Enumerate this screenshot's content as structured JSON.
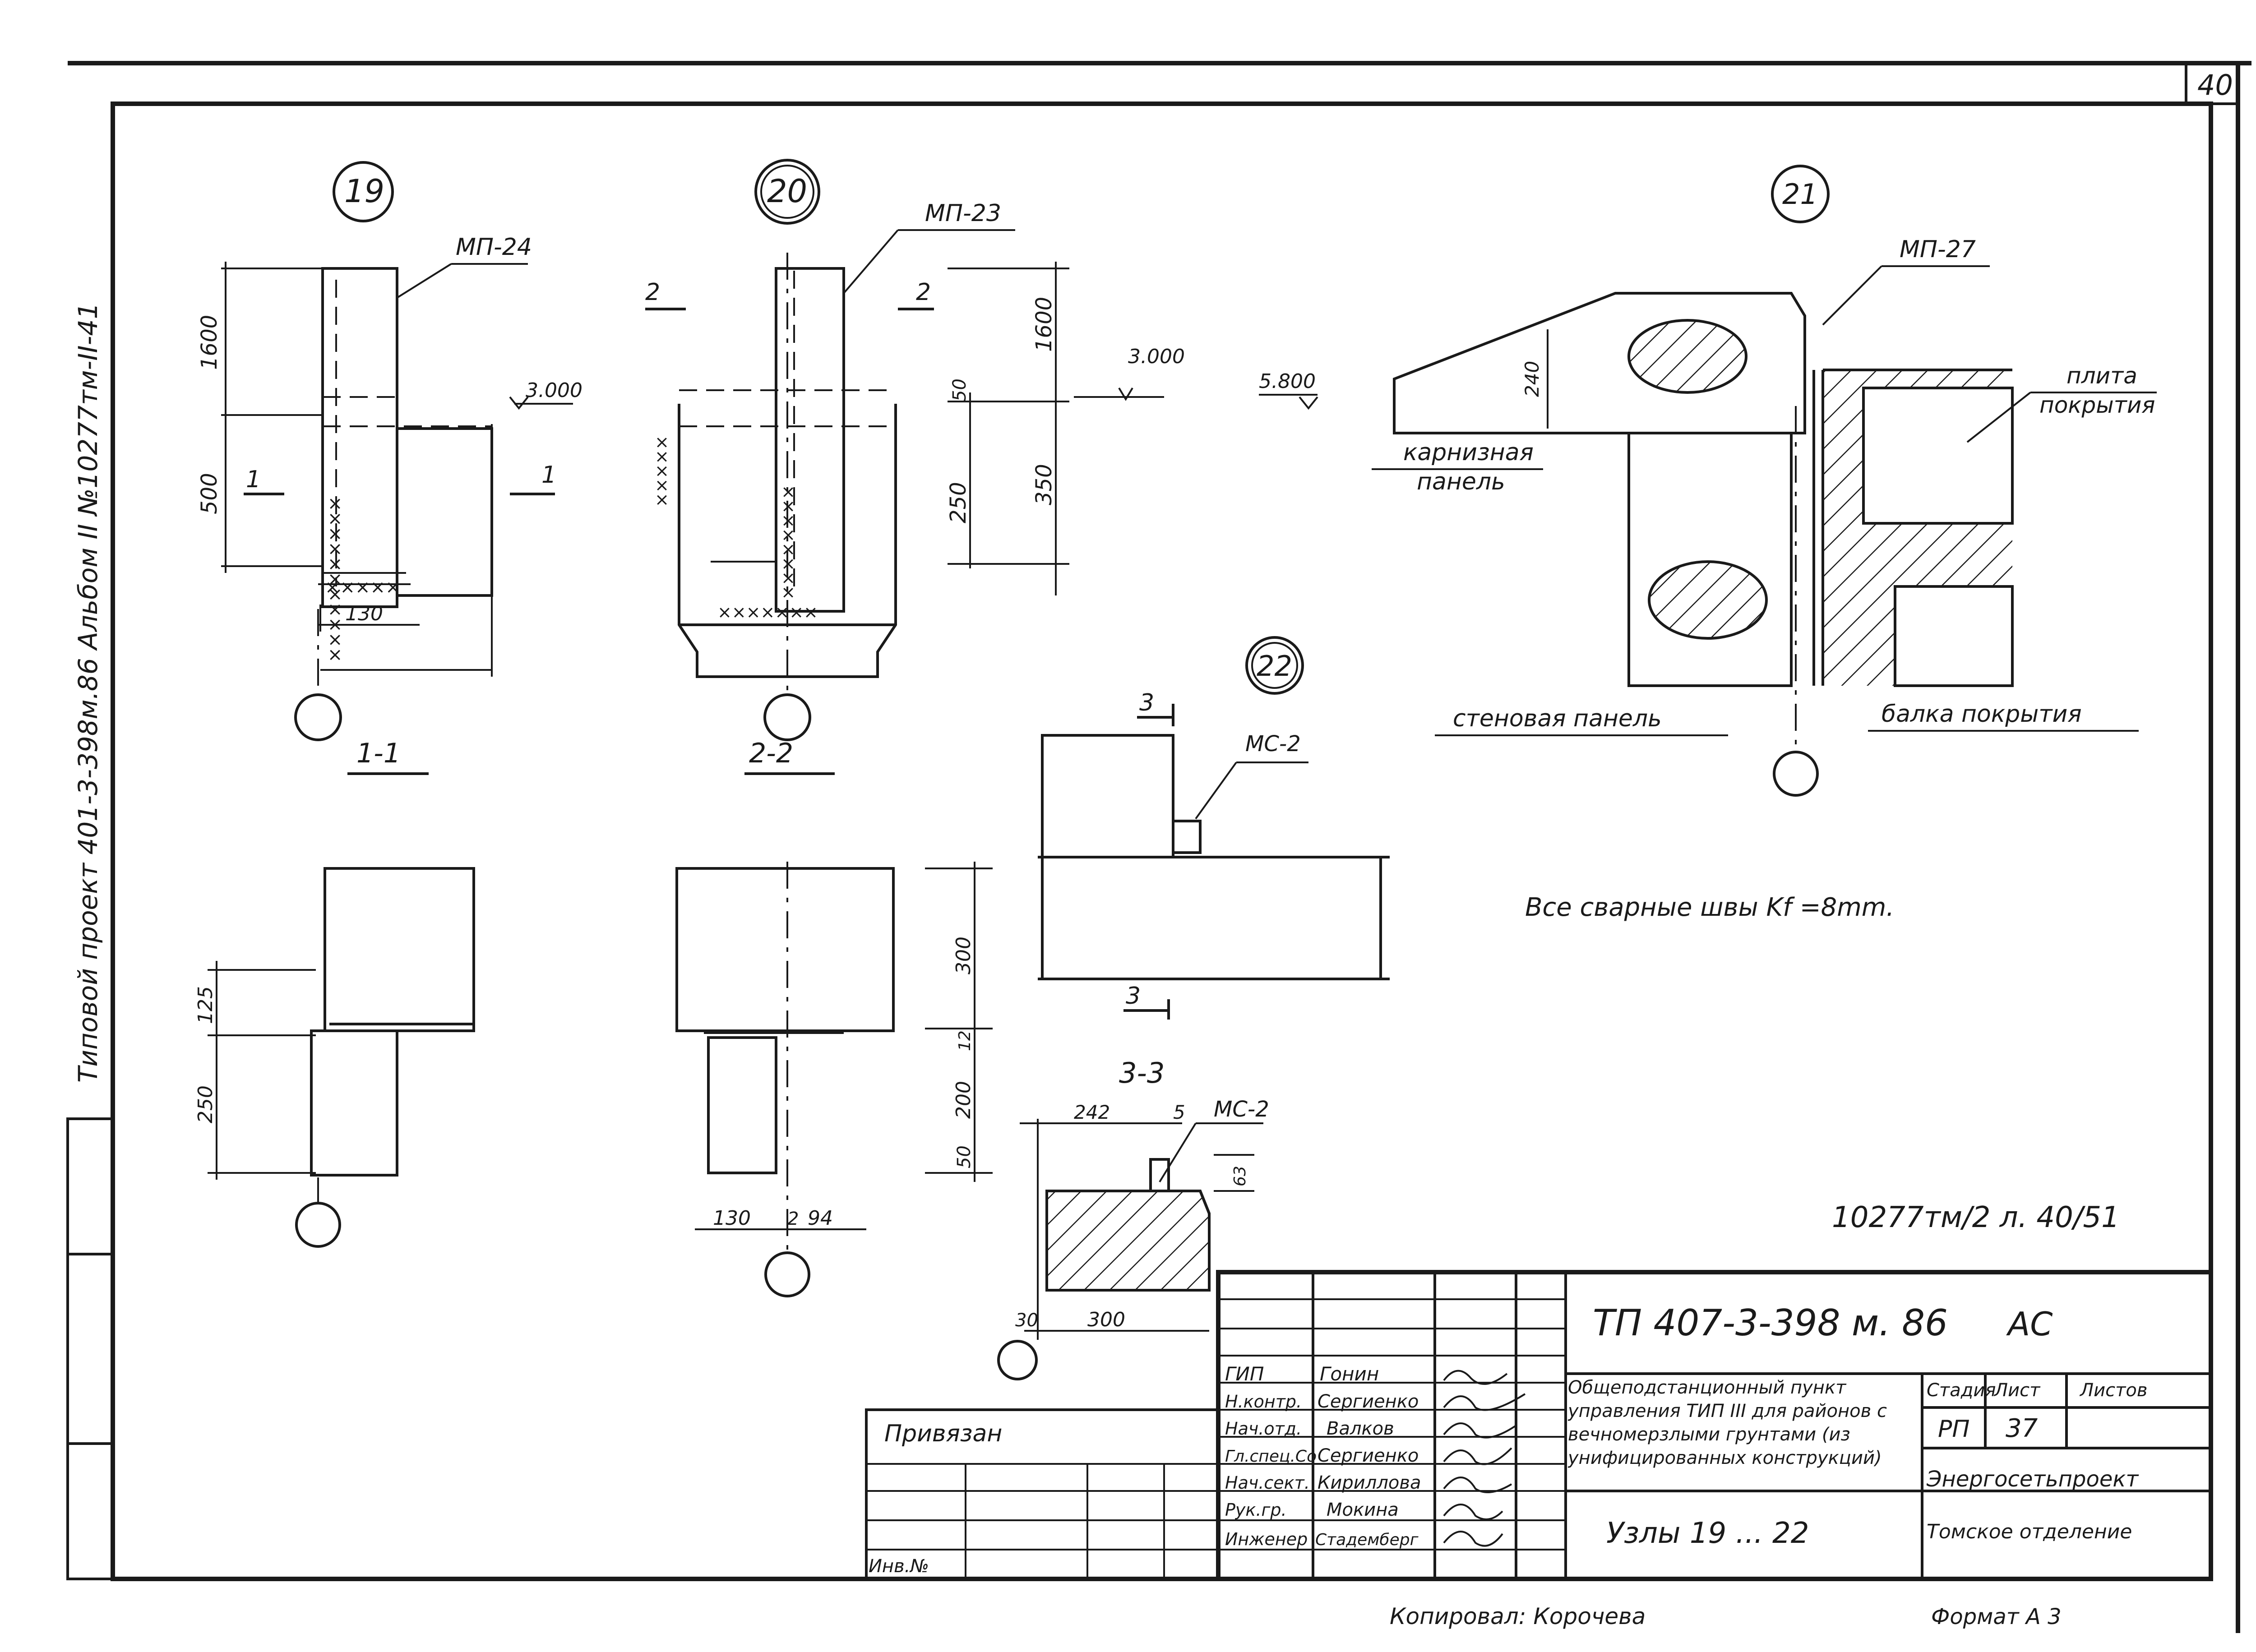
{
  "sheet_number": "40",
  "side_stamp": "Типовой проект 401-3-398м.86 Альбом II №10277тм-II-41",
  "nodes": {
    "n19": {
      "label": "19",
      "plate": "МП-24",
      "dims": [
        "1600",
        "500",
        "130"
      ],
      "elev": "3.000",
      "cut": "1",
      "section": "1-1"
    },
    "n20": {
      "label": "20",
      "plate": "МП-23",
      "dims": [
        "1600",
        "350",
        "50",
        "250"
      ],
      "elev": "3.000",
      "cut": "2",
      "section": "2-2"
    },
    "n21": {
      "label": "21",
      "plate": "МП-27",
      "elev": "5.800",
      "dim": "240",
      "labels": [
        "карнизная",
        "панель",
        "плита",
        "покрытия",
        "стеновая панель",
        "балка покрытия"
      ]
    },
    "n22": {
      "label": "22",
      "plate": "МС-2",
      "cut": "3",
      "section": "3-3"
    }
  },
  "lower_dims": {
    "left": [
      "125",
      "250"
    ],
    "mid": [
      "300",
      "12",
      "200",
      "50",
      "130",
      "2",
      "94"
    ],
    "s33": [
      "242",
      "5",
      "63",
      "30",
      "300"
    ],
    "s33_plate": "МС-2"
  },
  "note": "Все сварные швы Kf =8mm.",
  "ref_number": "10277тм/2 л. 40/51",
  "title_block": {
    "project": "ТП  407-3-398 м. 86",
    "mark": "АС",
    "roles": [
      "ГИП",
      "Н.контр.",
      "Нач.отд.",
      "Гл.спец.Со",
      "Нач.сект.",
      "Рук.гр.",
      "Инженер"
    ],
    "names": [
      "Гонин",
      "Сергиенко",
      "Валков",
      "Сергиенко",
      "Кириллова",
      "Мокина",
      "Стадемберг"
    ],
    "description": "Общеподстанционный пункт управления ТИП III для районов с вечномерзлыми грунтами (из унифицированных конструкций)",
    "stage_header": "Стадия",
    "sheet_header": "Лист",
    "sheets_header": "Листов",
    "stage": "РП",
    "sheet": "37",
    "sheet_title": "Узлы  19 ... 22",
    "org_line1": "Энергосетьпроект",
    "org_line2": "Томское отделение",
    "attached": "Привязан",
    "inv": "Инв.№"
  },
  "footer": {
    "copied": "Копировал: Корочева",
    "format": "Формат А 3"
  }
}
